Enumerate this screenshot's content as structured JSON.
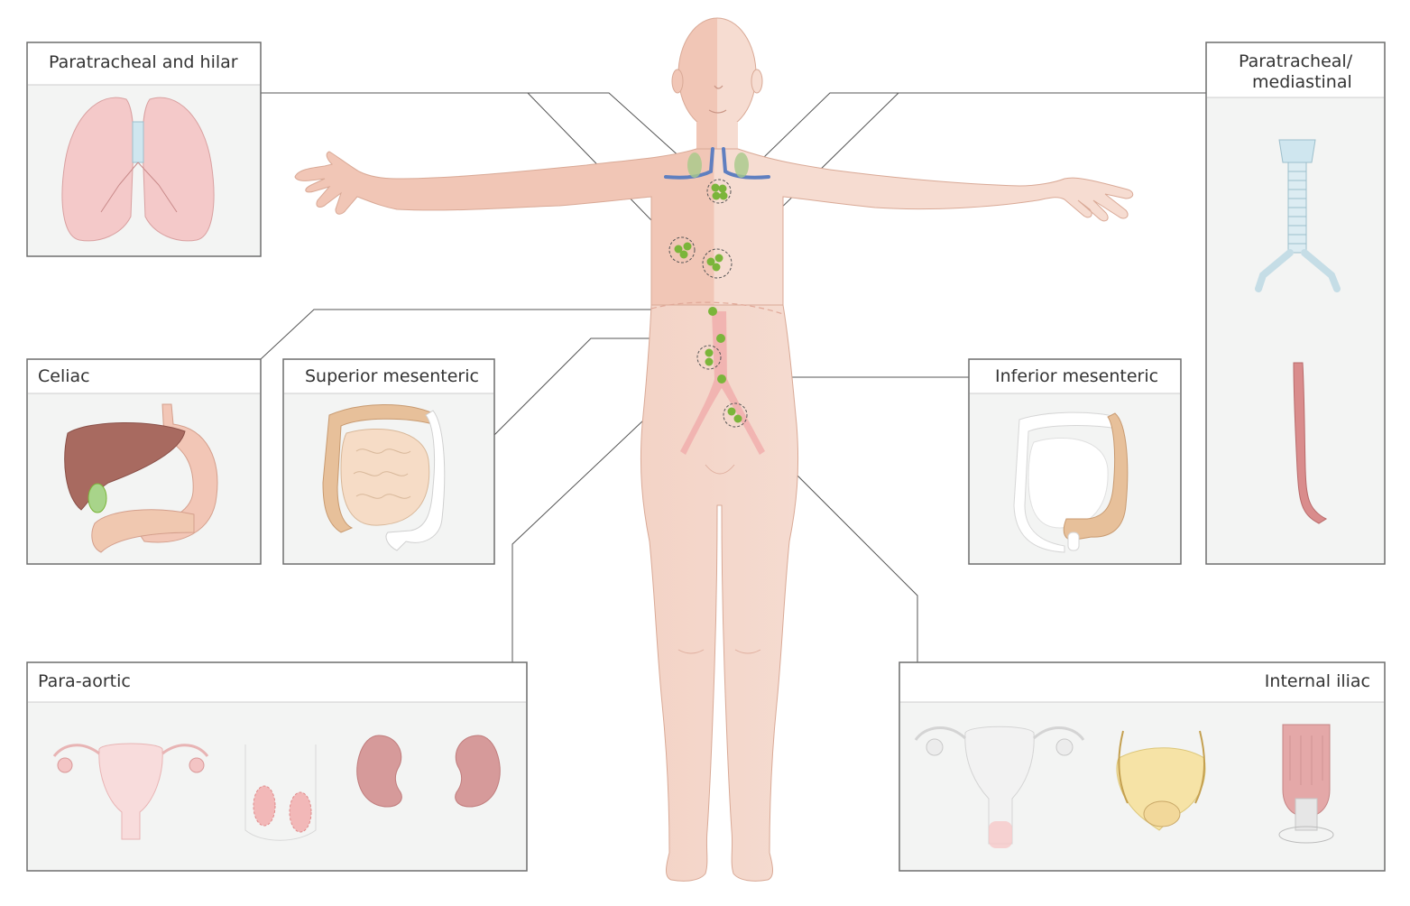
{
  "panels": {
    "paratracheal_hilar": "Paratracheal and hilar",
    "paratracheal_mediastinal_line1": "Paratracheal/",
    "paratracheal_mediastinal_line2": "mediastinal",
    "celiac": "Celiac",
    "superior_mesenteric": "Superior mesenteric",
    "inferior_mesenteric": "Inferior mesenteric",
    "para_aortic": "Para-aortic",
    "internal_iliac": "Internal iliac"
  },
  "colors": {
    "skin": "#f4d0c2",
    "skin_shade": "#eab7a4",
    "panel_bg": "#f3f4f3",
    "border": "#6e6e6e",
    "node_green": "#7bb53a",
    "vein_blue": "#5f7fc0",
    "artery_red": "#e38a8a",
    "lung_pink": "#f4c9c9",
    "liver_brown": "#a86a60",
    "bowel_tan": "#e7c09a",
    "esophagus_pink": "#d98c8c",
    "bladder_yellow": "#f6e3a6"
  },
  "icons": [
    "lungs-icon",
    "trachea-icon",
    "esophagus-icon",
    "liver-stomach-icon",
    "small-bowel-icon",
    "colon-icon",
    "uterus-ovaries-icon",
    "testes-icon",
    "kidneys-icon",
    "bladder-prostate-icon",
    "rectum-icon"
  ]
}
